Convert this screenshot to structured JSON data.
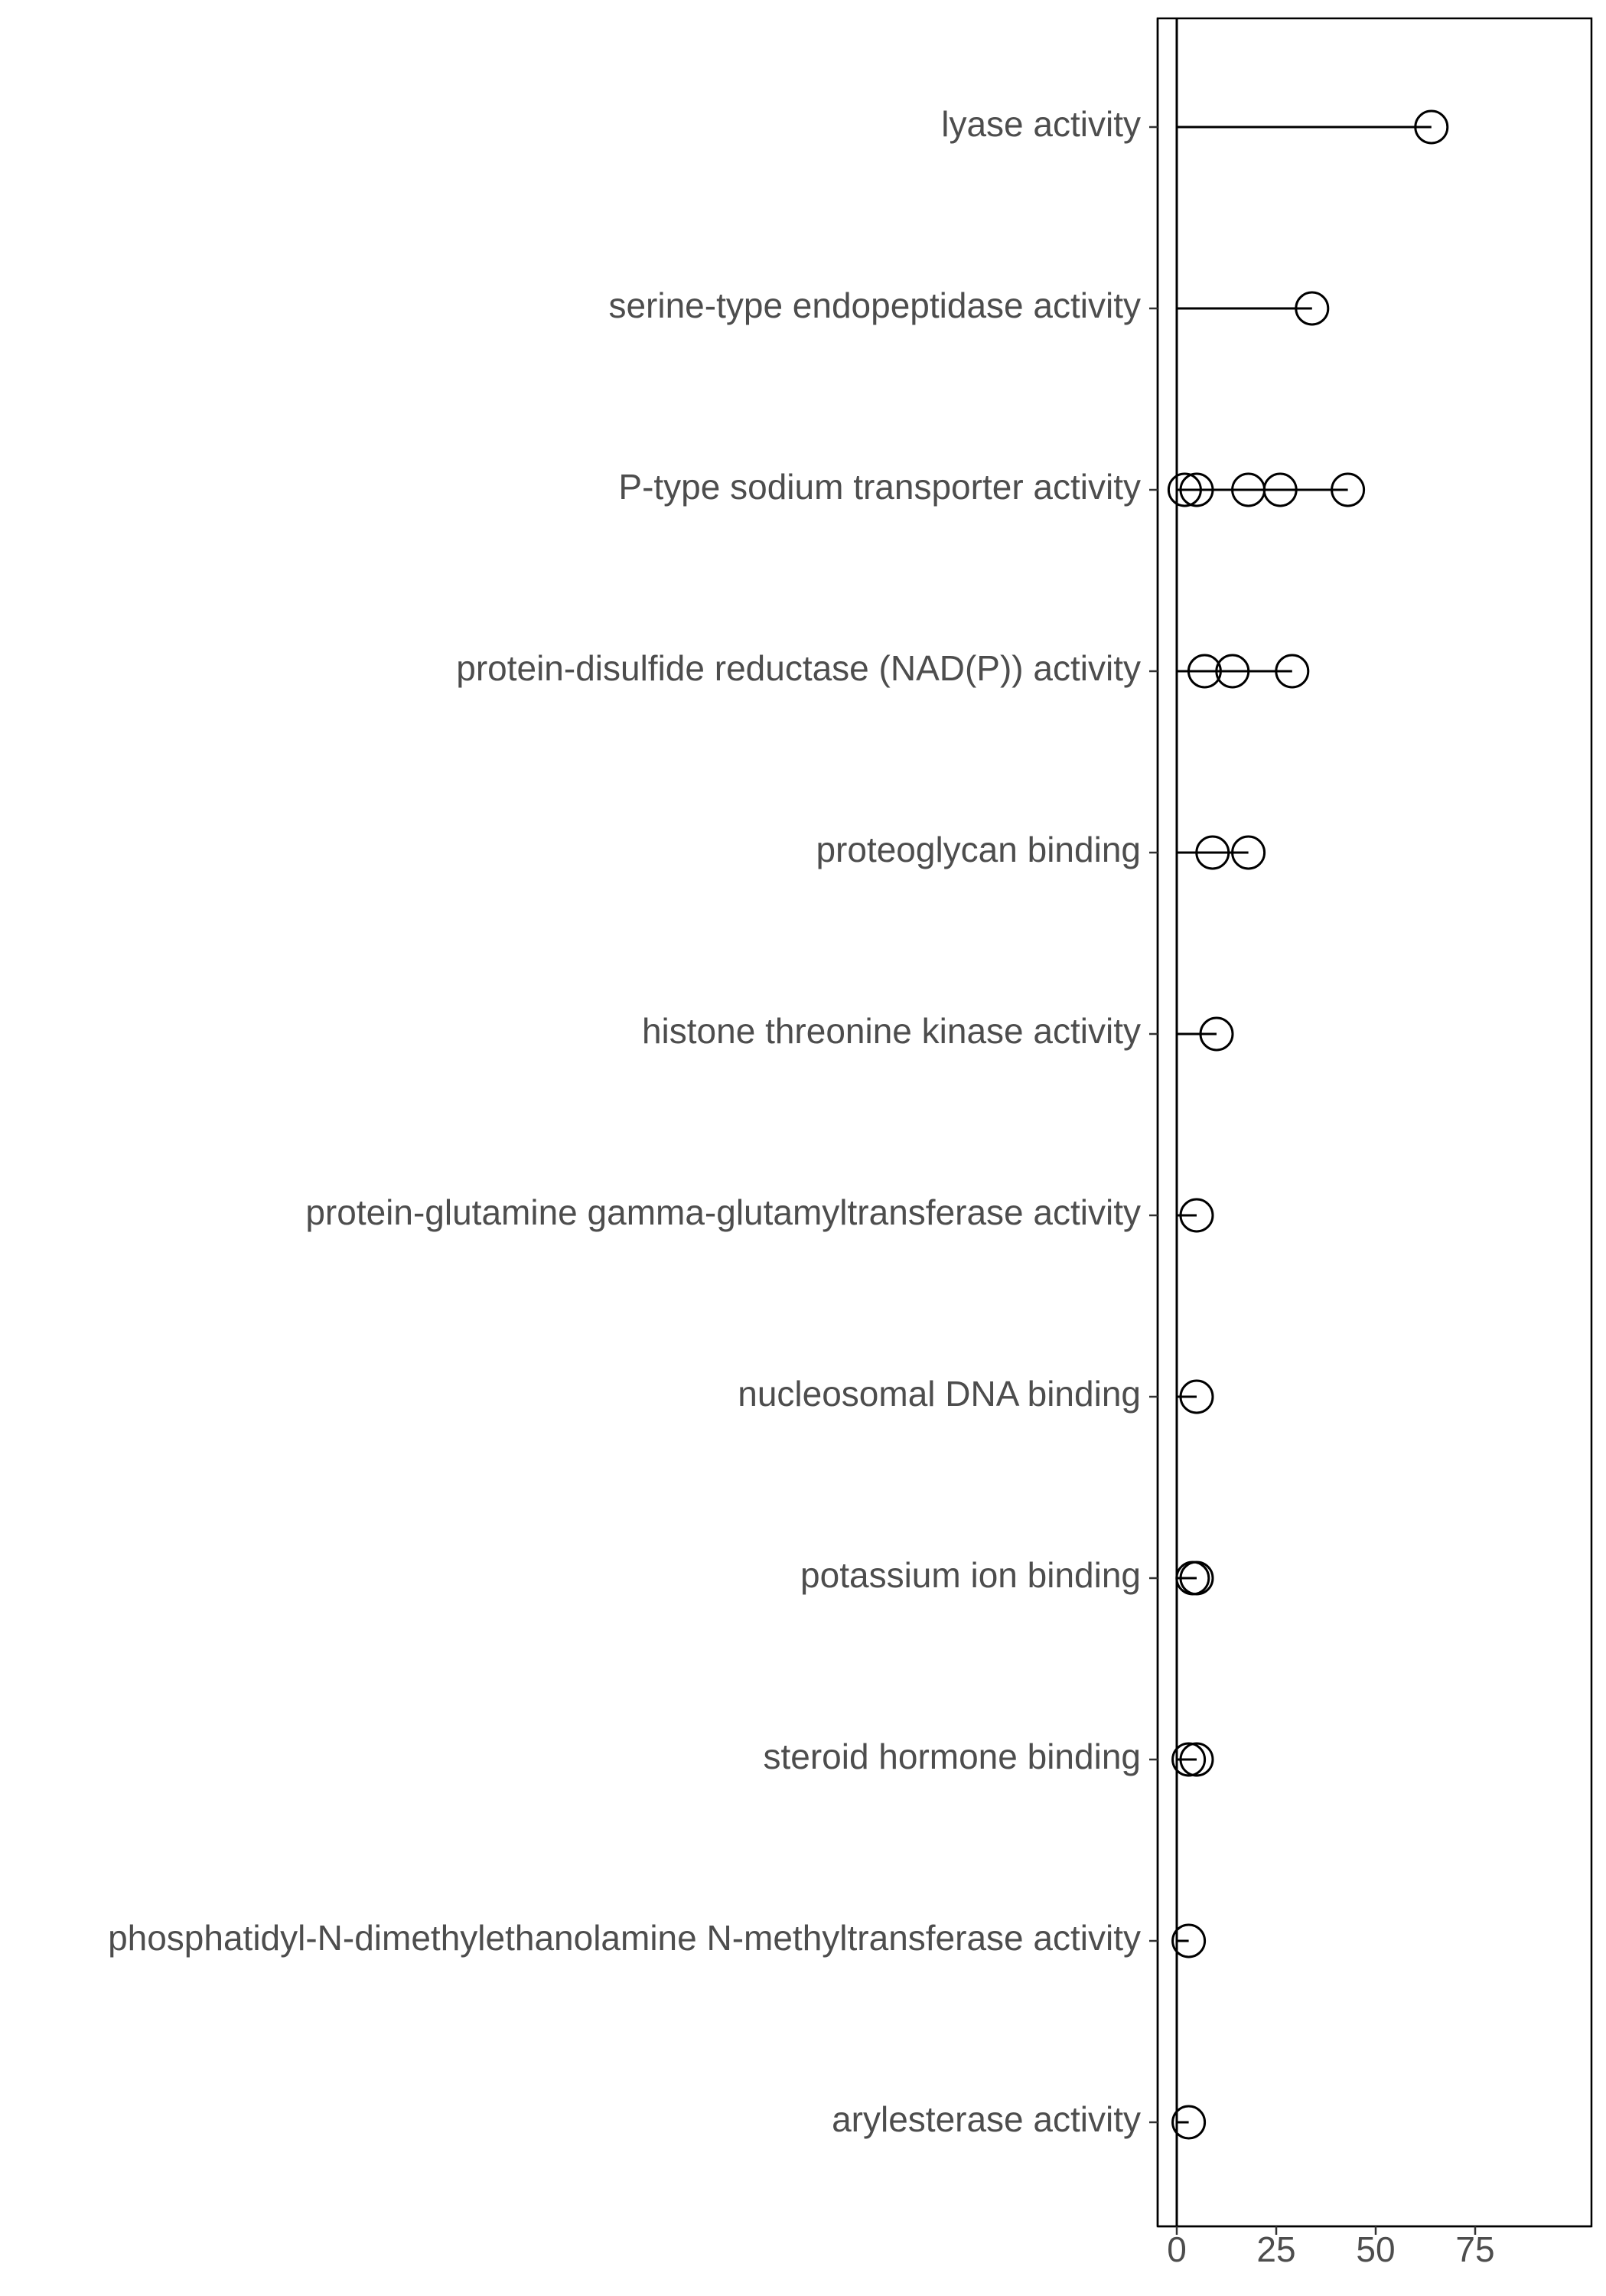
{
  "chart_data": {
    "type": "scatter",
    "subtype": "lollipop",
    "title": "",
    "xlabel": "",
    "ylabel": "",
    "xlim": [
      -5,
      105
    ],
    "x_ticks": [
      0,
      25,
      50,
      75
    ],
    "grid": false,
    "legend": "none",
    "reference_line_x": 0,
    "colors": {
      "line": "#000000",
      "marker_stroke": "#000000",
      "marker_fill": "none",
      "label_text": "#4d4d4d",
      "background": "#ffffff"
    },
    "categories": [
      "lyase activity",
      "serine-type endopeptidase activity",
      "P-type sodium transporter activity",
      "protein-disulfide reductase (NAD(P)) activity",
      "proteoglycan binding",
      "histone threonine kinase activity",
      "protein-glutamine gamma-glutamyltransferase activity",
      "nucleosomal DNA binding",
      "potassium ion binding",
      "steroid hormone binding",
      "phosphatidyl-N-dimethylethanolamine N-methyltransferase activity",
      "arylesterase activity"
    ],
    "points": [
      [
        64
      ],
      [
        34
      ],
      [
        2,
        5,
        18,
        26,
        43
      ],
      [
        7,
        14,
        29
      ],
      [
        9,
        18
      ],
      [
        10
      ],
      [
        5
      ],
      [
        5
      ],
      [
        4,
        5
      ],
      [
        3,
        5
      ],
      [
        3
      ],
      [
        3
      ]
    ]
  }
}
